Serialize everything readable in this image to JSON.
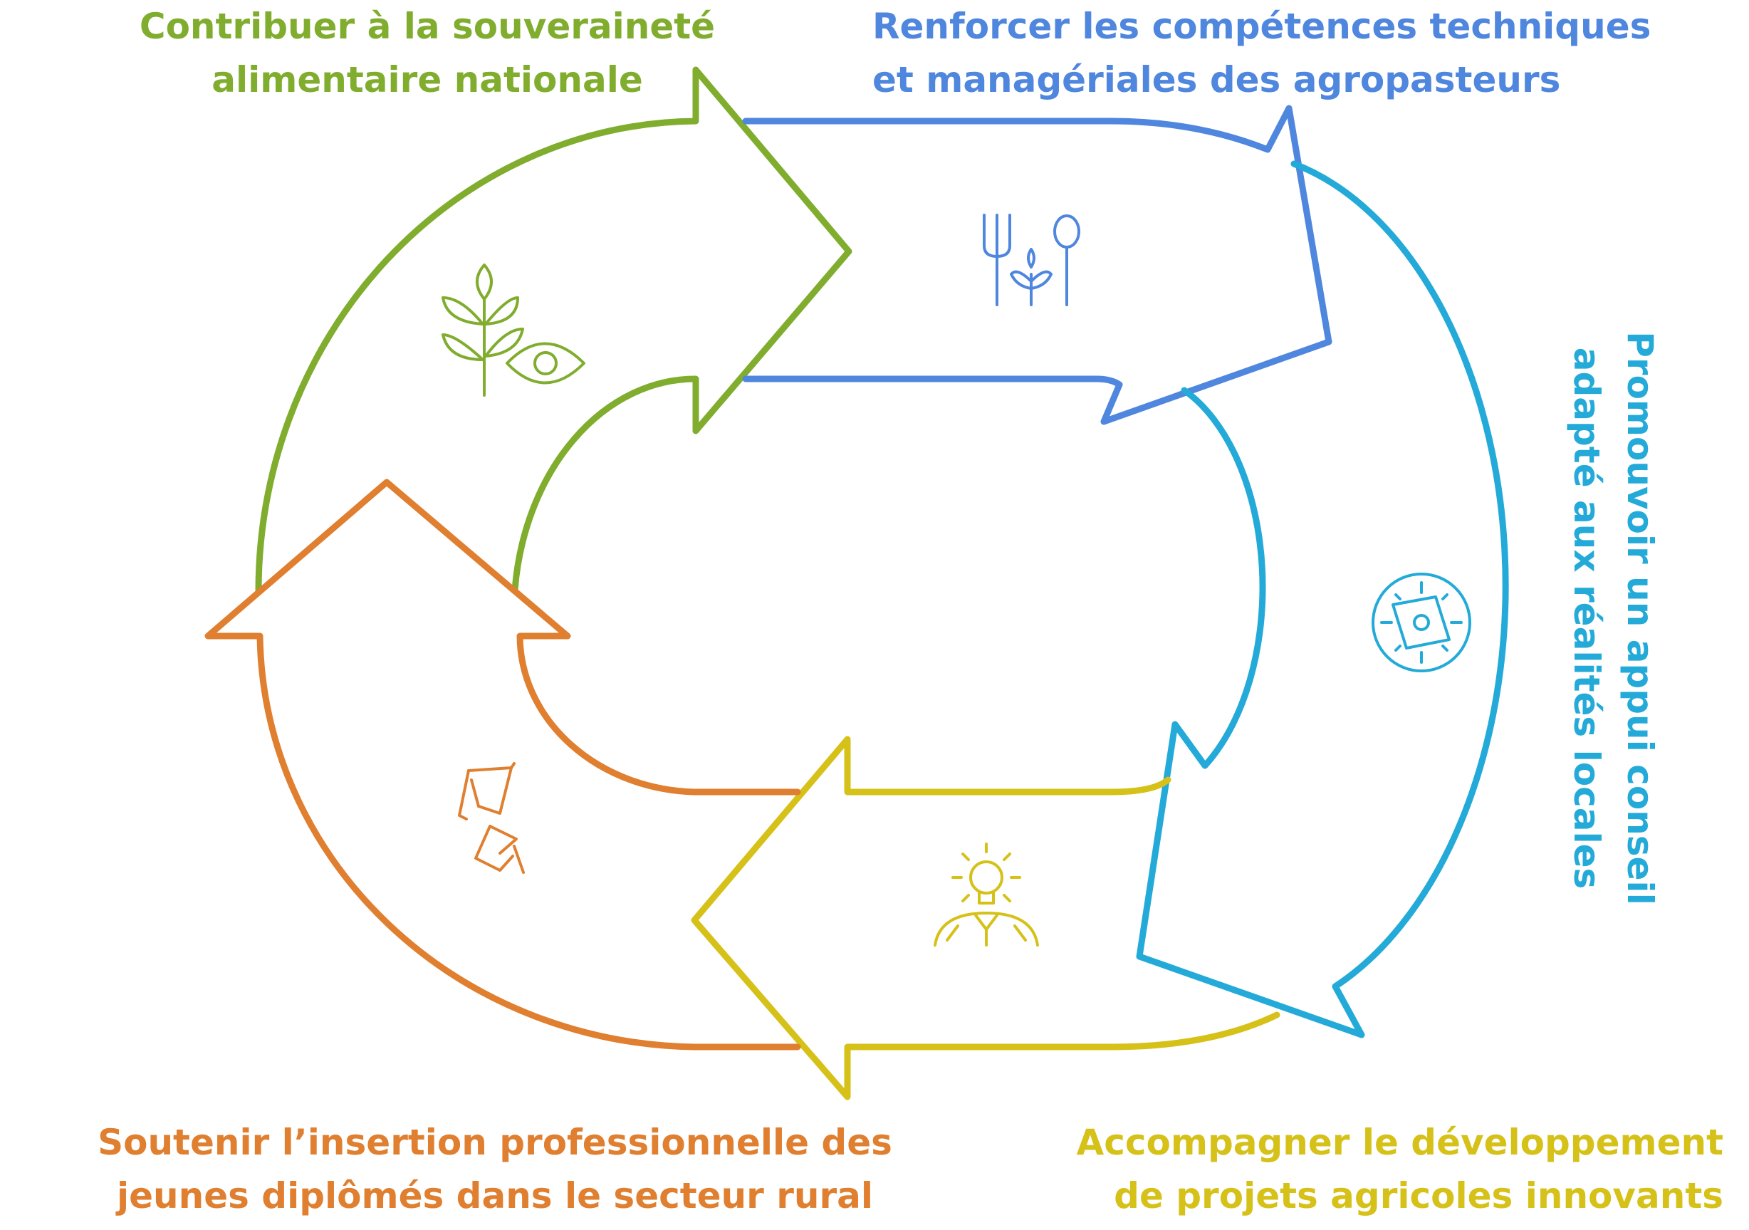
{
  "steps": [
    {
      "id": "green",
      "lines": [
        "Contribuer à la souveraineté",
        "alimentaire nationale"
      ],
      "color": "#80ad2e",
      "icon": "plant-eye-icon"
    },
    {
      "id": "blue",
      "lines": [
        "Renforcer les compétences techniques",
        "et managériales des agropasteurs"
      ],
      "color": "#4f86de",
      "icon": "fork-sprout-spoon-icon"
    },
    {
      "id": "cyan",
      "lines": [
        "Promouvoir un appui conseil",
        "adapté aux réalités locales"
      ],
      "color": "#24aad8",
      "icon": "compass-icon"
    },
    {
      "id": "yellow",
      "lines": [
        "Accompagner le développement",
        "de projets agricoles innovants"
      ],
      "color": "#d6c119",
      "icon": "lightbulb-person-icon"
    },
    {
      "id": "orange",
      "lines": [
        "Soutenir l’insertion professionnelle des",
        "jeunes diplômés dans le secteur rural"
      ],
      "color": "#df7f2f",
      "icon": "graduation-caps-icon"
    }
  ]
}
